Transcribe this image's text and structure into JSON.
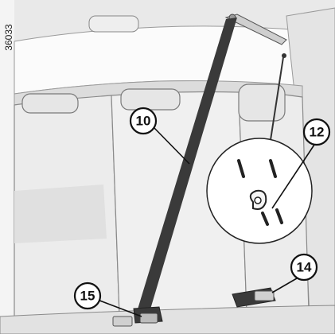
{
  "figure_ref": "36033",
  "callouts": {
    "belt": "10",
    "anchor": "12",
    "buckle_right": "14",
    "buckle_left": "15"
  },
  "colors": {
    "background": "#f2f2f2",
    "panel_shade": "#e3e3e3",
    "belt": "#3a3a3a",
    "outline": "#7a7a7a",
    "callout_fill": "#ffffff"
  }
}
